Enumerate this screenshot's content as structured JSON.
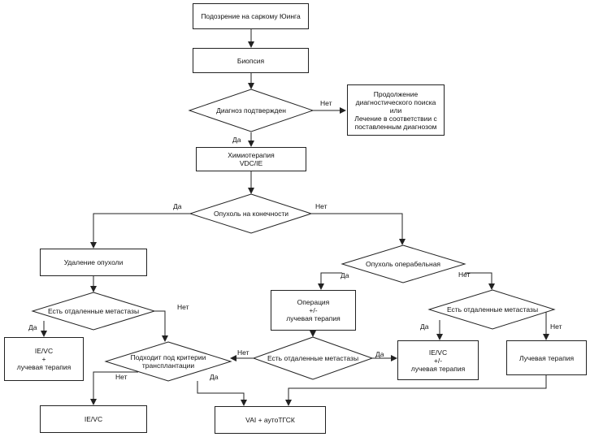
{
  "nodes": {
    "suspicion": "Подозрение на саркому Юинга",
    "biopsy": "Биопсия",
    "diagnosis_confirmed": "Диагноз подтвержден",
    "continue_search": "Продолжение\nдиагностического поиска\nили\nЛечение в соответствии с\nпоставленным диагнозом",
    "chemo": "Химиотерапия\nVDC/IE",
    "limb_tumor": "Опухоль на конечности",
    "tumor_removal": "Удаление опухоли",
    "operable": "Опухоль операбельная",
    "mets_left": "Есть отдаленные метастазы",
    "operation_rt": "Операция\n+/-\nлучевая терапия",
    "mets_right": "Есть отдаленные метастазы",
    "ie_vc_rt_left": "IE/VC\n+\nлучевая терапия",
    "transplant": "Подходит под критерии\nтрансплантации",
    "mets_center": "Есть отдаленные метастазы",
    "ie_vc_rt_right": "IE/VC\n+/-\nлучевая терапия",
    "radiotherapy": "Лучевая терапия",
    "ie_vc": "IE/VC",
    "vai_asct": "VAI + аутоТГСК"
  },
  "edge_labels": {
    "diag_no": "Нет",
    "diag_yes": "Да",
    "limb_yes": "Да",
    "limb_no": "Нет",
    "oper_yes": "Да",
    "oper_no": "Нет",
    "mets_left_yes": "Да",
    "mets_left_no": "Нет",
    "mets_right_yes": "Да",
    "mets_right_no": "Нет",
    "mets_center_no": "Нет",
    "mets_center_yes": "Да",
    "transplant_no": "Нет",
    "transplant_yes": "Да"
  }
}
